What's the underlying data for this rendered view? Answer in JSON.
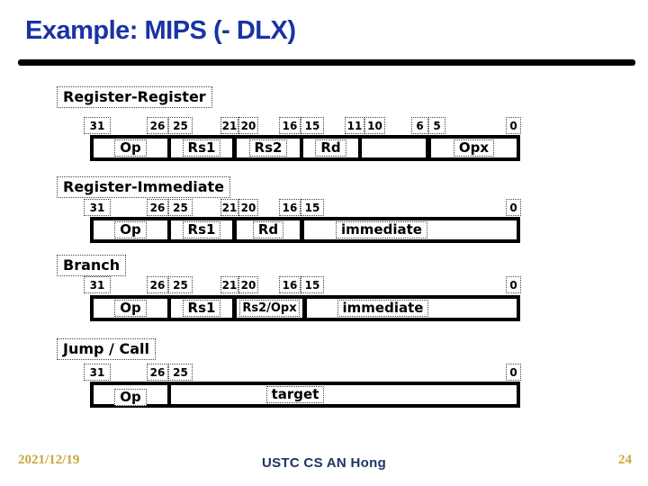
{
  "slide": {
    "title": "Example: MIPS (- DLX)",
    "footer": {
      "date": "2021/12/19",
      "credit": "USTC CS AN Hong",
      "page": "24"
    },
    "colors": {
      "title_blue": "#1834a3",
      "footer_navy": "#1e3563",
      "footer_gold": "#c8a83c",
      "diagram_ink": "#000000"
    }
  },
  "formats": [
    {
      "label": "Register-Register",
      "bit_labels": [
        "31",
        "26",
        "25",
        "21",
        "20",
        "16",
        "15",
        "11",
        "10",
        "6",
        "5",
        "0"
      ],
      "fields": [
        {
          "label": "Op"
        },
        {
          "label": "Rs1"
        },
        {
          "label": "Rs2"
        },
        {
          "label": "Rd"
        },
        {
          "label": ""
        },
        {
          "label": "Opx"
        }
      ]
    },
    {
      "label": "Register-Immediate",
      "bit_labels": [
        "31",
        "26",
        "25",
        "21",
        "20",
        "16",
        "15",
        "0"
      ],
      "fields": [
        {
          "label": "Op"
        },
        {
          "label": "Rs1"
        },
        {
          "label": "Rd"
        },
        {
          "label": "immediate"
        }
      ]
    },
    {
      "label": "Branch",
      "bit_labels": [
        "31",
        "26",
        "25",
        "21",
        "20",
        "16",
        "15",
        "0"
      ],
      "fields": [
        {
          "label": "Op"
        },
        {
          "label": "Rs1"
        },
        {
          "label": "Rs2/Opx"
        },
        {
          "label": "immediate"
        }
      ]
    },
    {
      "label": "Jump / Call",
      "bit_labels": [
        "31",
        "26",
        "25",
        "0"
      ],
      "fields": [
        {
          "label": "Op"
        },
        {
          "label": "target"
        }
      ]
    }
  ]
}
